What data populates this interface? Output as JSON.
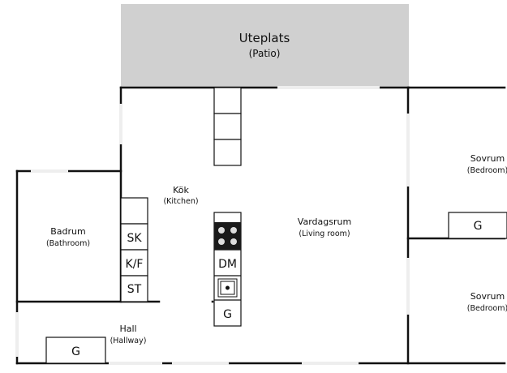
{
  "rooms": {
    "patio": {
      "name": "Uteplats",
      "sub": "(Patio)"
    },
    "kitchen": {
      "name": "Kök",
      "sub": "(Kitchen)"
    },
    "living": {
      "name": "Vardagsrum",
      "sub": "(Living room)"
    },
    "bathroom": {
      "name": "Badrum",
      "sub": "(Bathroom)"
    },
    "hall": {
      "name": "Hall",
      "sub": "(Hallway)"
    },
    "bedroom1": {
      "name": "Sovrum",
      "sub": "(Bedroom)"
    },
    "bedroom2": {
      "name": "Sovrum",
      "sub": "(Bedroom)"
    }
  },
  "fixtures": {
    "sk": "SK",
    "kf": "K/F",
    "st": "ST",
    "dm": "DM",
    "g_kitchen": "G",
    "g_hall": "G",
    "g_bedroom": "G"
  },
  "colors": {
    "wall": "#111111",
    "patio_fill": "#d0d0d0",
    "window": "#eeeeee",
    "stove": "#1a1a1a"
  }
}
